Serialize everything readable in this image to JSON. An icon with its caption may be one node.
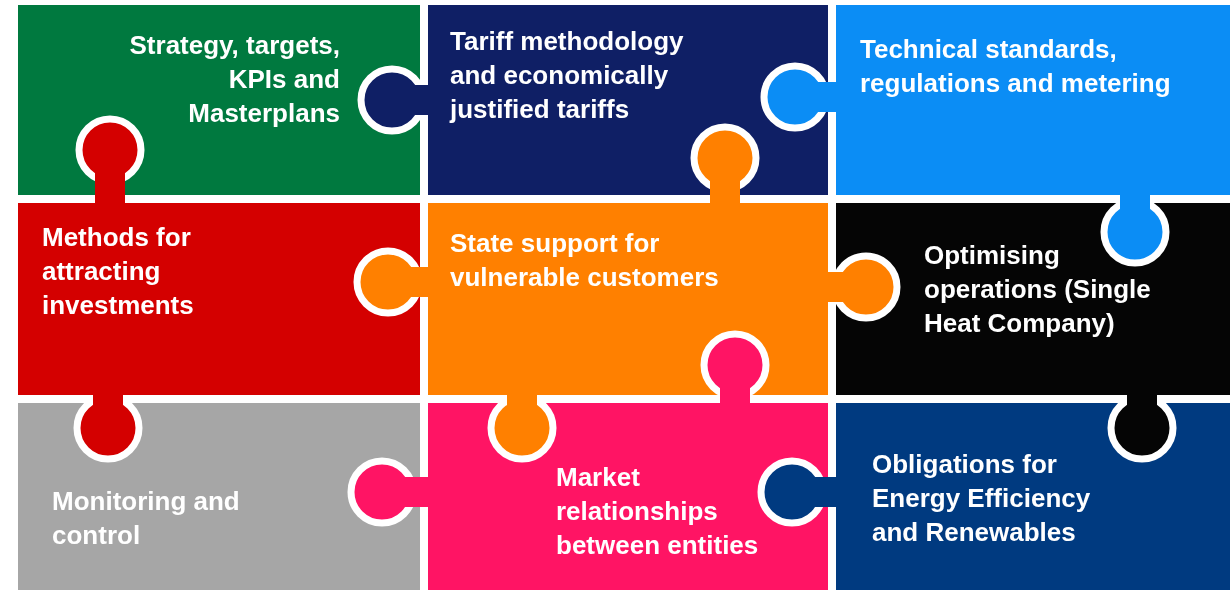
{
  "diagram": {
    "nodes": [
      {
        "text": [
          "Strategy, targets, KPIs and Masterplans"
        ]
      },
      {
        "text": [
          "Tariff methodology and economically justified tariffs"
        ]
      },
      {
        "text": [
          "Technical standards, regulations and metering"
        ]
      },
      {
        "text": [
          "Methods for attracting investments"
        ]
      },
      {
        "text": [
          "State support for vulnerable customers"
        ]
      },
      {
        "text": [
          "Optimising operations (Single Heat Company)"
        ]
      },
      {
        "text": [
          "Monitoring and control"
        ]
      },
      {
        "text": [
          "Market relationships between entities"
        ]
      },
      {
        "text": [
          "Obligations for Energy Efficiency and Renewables"
        ]
      }
    ]
  }
}
